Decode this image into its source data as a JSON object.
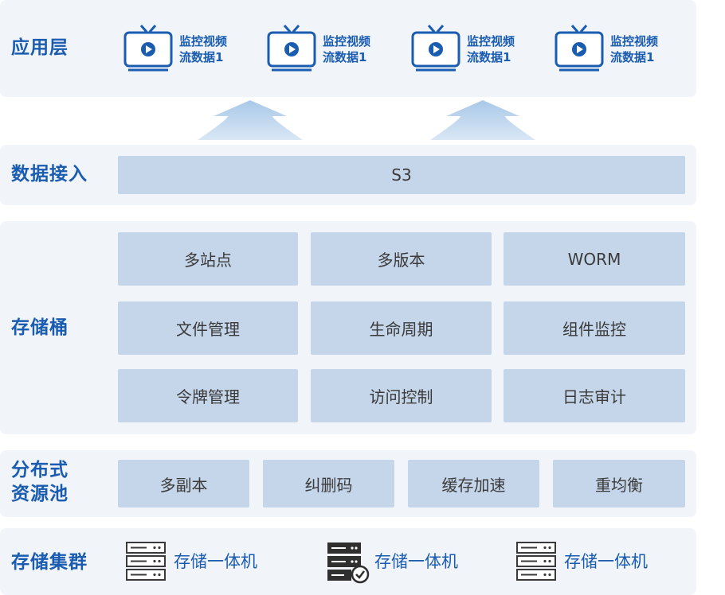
{
  "application_layer": {
    "title": "应用层",
    "streams": [
      {
        "line1": "监控视频",
        "line2": "流数据1",
        "icon": "tv-icon"
      },
      {
        "line1": "监控视频",
        "line2": "流数据1",
        "icon": "tv-icon"
      },
      {
        "line1": "监控视频",
        "line2": "流数据1",
        "icon": "tv-icon"
      },
      {
        "line1": "监控视频",
        "line2": "流数据1",
        "icon": "tv-icon"
      }
    ]
  },
  "arrows": {
    "icon": "up-arrow-icon",
    "count": 2
  },
  "data_access_layer": {
    "title": "数据接入",
    "protocol": "S3"
  },
  "bucket_layer": {
    "title": "存储桶",
    "features": [
      "多站点",
      "多版本",
      "WORM",
      "文件管理",
      "生命周期",
      "组件监控",
      "令牌管理",
      "访问控制",
      "日志审计"
    ]
  },
  "distributed_pool_layer": {
    "title_line1": "分布式",
    "title_line2": "资源池",
    "features": [
      "多副本",
      "纠删码",
      "缓存加速",
      "重均衡"
    ]
  },
  "cluster_layer": {
    "title": "存储集群",
    "nodes": [
      {
        "label": "存储一体机",
        "icon": "server-icon"
      },
      {
        "label": "存储一体机",
        "icon": "server-check-icon"
      },
      {
        "label": "存储一体机",
        "icon": "server-icon"
      }
    ]
  },
  "colors": {
    "accent": "#1a5cb0",
    "layer_bg": "#f1f4f9",
    "cell_bg": "#c6d6ea",
    "arrow": "#c2d9ef"
  }
}
